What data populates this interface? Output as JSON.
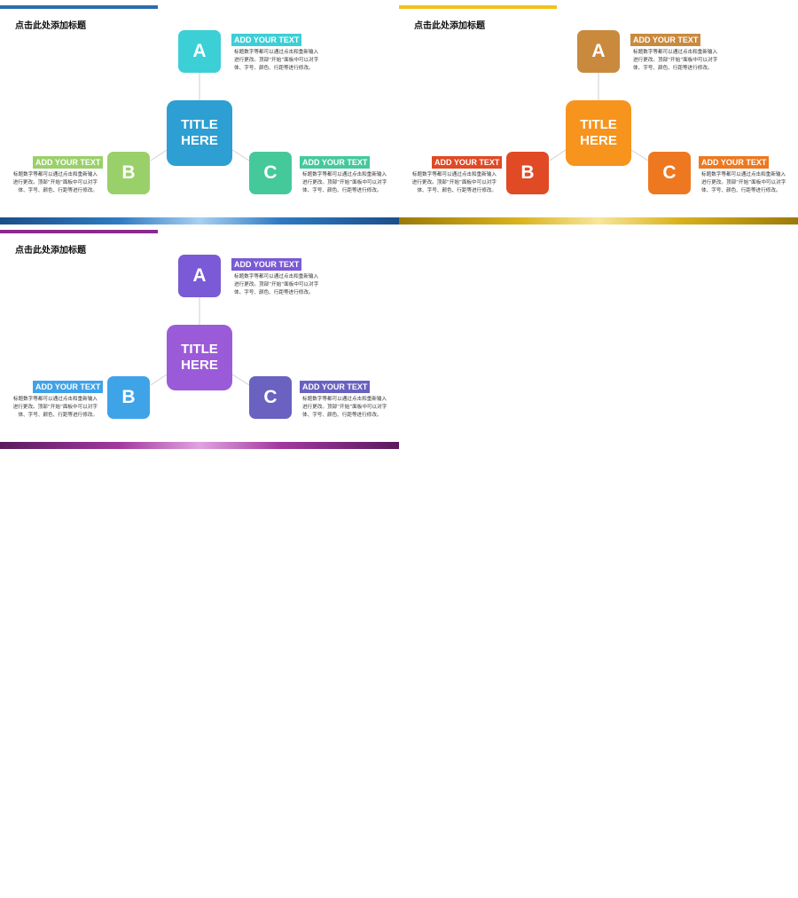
{
  "slides": [
    {
      "title": "点击此处添加标题",
      "center": "TITLE\nHERE",
      "a": "A",
      "b": "B",
      "c": "C",
      "label_a": "ADD YOUR TEXT",
      "label_b": "ADD YOUR TEXT",
      "label_c": "ADD YOUR TEXT",
      "desc_a": "标题数字等都可以通过点击和重新输入进行更改。顶部“开始”面板中可以对字体、字号、颜色、行距等进行修改。",
      "desc_b": "标题数字等都可以通过点击和重新输入进行更改。顶部“开始”面板中可以对字体、字号、颜色、行距等进行修改。",
      "desc_c": "标题数字等都可以通过点击和重新输入进行更改。顶部“开始”面板中可以对字体、字号、颜色、行距等进行修改。",
      "colors": {
        "top_bar": "#2b6cb0",
        "bottom_bar": "linear-gradient(90deg,#1a4f8a,#2e7bc4 30%,#a8d0f0 50%,#2e7bc4 70%,#1a4f8a)",
        "a": "#3ccfd6",
        "b": "#9ad06a",
        "c": "#45c99b",
        "center": "#2d9fd3",
        "label_a": "#3ccfd6",
        "label_b": "#9ad06a",
        "label_c": "#45c99b"
      }
    },
    {
      "title": "点击此处添加标题",
      "center": "TITLE\nHERE",
      "a": "A",
      "b": "B",
      "c": "C",
      "label_a": "ADD YOUR TEXT",
      "label_b": "ADD YOUR TEXT",
      "label_c": "ADD YOUR TEXT",
      "desc_a": "标题数字等都可以通过点击和重新输入进行更改。顶部“开始”面板中可以对字体、字号、颜色、行距等进行修改。",
      "desc_b": "标题数字等都可以通过点击和重新输入进行更改。顶部“开始”面板中可以对字体、字号、颜色、行距等进行修改。",
      "desc_c": "标题数字等都可以通过点击和重新输入进行更改。顶部“开始”面板中可以对字体、字号、颜色、行距等进行修改。",
      "colors": {
        "top_bar": "#f2c21a",
        "bottom_bar": "linear-gradient(90deg,#9a7a0a,#d9b21c 30%,#f8e69a 50%,#d9b21c 70%,#9a7a0a)",
        "a": "#c98a3e",
        "b": "#e04a25",
        "c": "#ee7820",
        "center": "#f7941d",
        "label_a": "#c98a3e",
        "label_b": "#e04a25",
        "label_c": "#ee7820"
      }
    },
    {
      "title": "点击此处添加标题",
      "center": "TITLE\nHERE",
      "a": "A",
      "b": "B",
      "c": "C",
      "label_a": "ADD YOUR TEXT",
      "label_b": "ADD YOUR TEXT",
      "label_c": "ADD YOUR TEXT",
      "desc_a": "标题数字等都可以通过点击和重新输入进行更改。顶部“开始”面板中可以对字体、字号、颜色、行距等进行修改。",
      "desc_b": "标题数字等都可以通过点击和重新输入进行更改。顶部“开始”面板中可以对字体、字号、颜色、行距等进行修改。",
      "desc_c": "标题数字等都可以通过点击和重新输入进行更改。顶部“开始”面板中可以对字体、字号、颜色、行距等进行修改。",
      "colors": {
        "top_bar": "#8b2a8e",
        "bottom_bar": "linear-gradient(90deg,#5a1a5e,#a3399f 30%,#e0a3e0 50%,#a3399f 70%,#5a1a5e)",
        "a": "#7a5ad6",
        "b": "#3fa3e8",
        "c": "#6a62c0",
        "center": "#9b5bd9",
        "label_a": "#7a5ad6",
        "label_b": "#3fa3e8",
        "label_c": "#6a62c0"
      }
    }
  ]
}
